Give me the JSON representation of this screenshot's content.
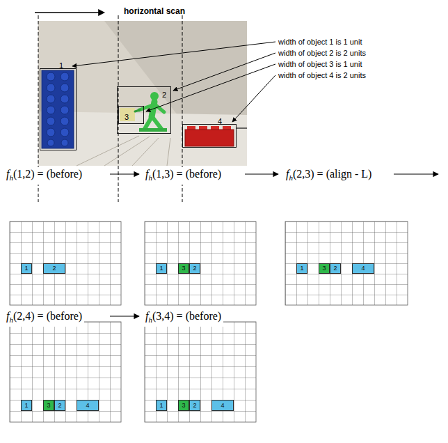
{
  "diagram": {
    "nodes": [
      {
        "text": [
          "1"
        ]
      },
      {
        "text": [
          "2"
        ]
      },
      {
        "text": [
          "3"
        ],
        "in": 1
      },
      {
        "text": [
          "4"
        ]
      },
      {
        "text": [
          "1"
        ]
      },
      {
        "text": [
          "2"
        ]
      },
      {
        "text": [
          "1"
        ]
      },
      {
        "text": [
          "3"
        ]
      },
      {
        "text": [
          "2"
        ]
      },
      {
        "text": [
          "1"
        ]
      },
      {
        "text": [
          "3"
        ]
      },
      {
        "text": [
          "2"
        ]
      },
      {
        "text": [
          "4"
        ]
      },
      {
        "text": [
          "1"
        ]
      },
      {
        "text": [
          "3"
        ]
      },
      {
        "text": [
          "2"
        ]
      },
      {
        "text": [
          "4"
        ]
      },
      {
        "text": [
          "1"
        ]
      },
      {
        "text": [
          "3"
        ]
      },
      {
        "text": [
          "2"
        ]
      },
      {
        "text": [
          "4"
        ]
      }
    ],
    "labels": [
      "horizontal scan",
      "width of object 1 is 1 unit",
      "width of object 2 is 2 units",
      "width of object 3 is 1 unit",
      "width of object 4 is 2 units",
      "f",
      "h",
      "(1,2) = (before)",
      "f",
      "h",
      "(1,3) = (before)",
      "f",
      "h",
      "(2,3) = (align - L)",
      "f",
      "h",
      "(2,4) = (before)",
      "f",
      "h",
      "(3,4) = (before)"
    ]
  }
}
